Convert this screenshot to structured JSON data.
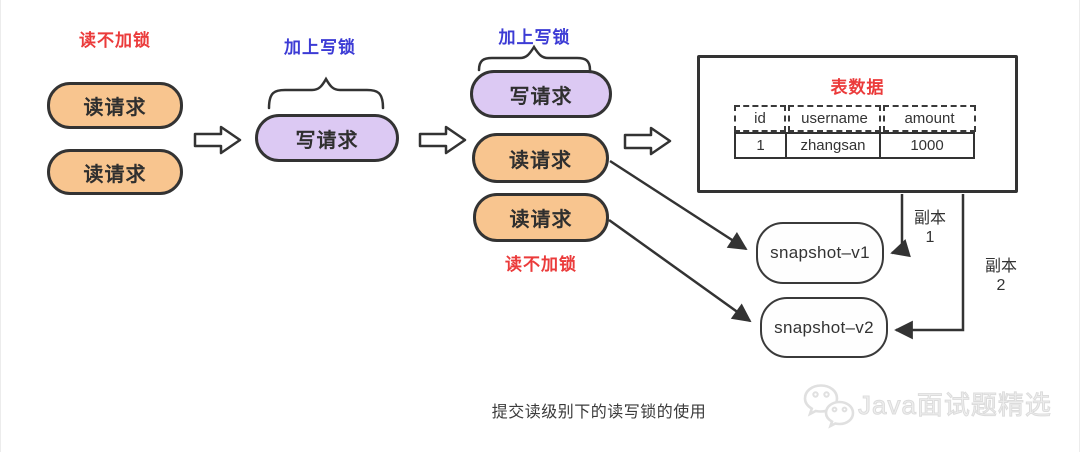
{
  "colors": {
    "orange_fill": "#F8C58F",
    "purple_fill": "#DCC9F3",
    "box_border": "#333333",
    "red_text": "#EB3B3B",
    "blue_text": "#3C3BD5",
    "watermark_gray": "#DCDCDC"
  },
  "icons": {
    "flow_arrow": "hollow-right-arrow",
    "brace": "over-brace",
    "watermark_icon": "wechat-bubbles"
  },
  "stage1": {
    "annotation": "读不加锁",
    "boxes": [
      {
        "label": "读请求"
      },
      {
        "label": "读请求"
      }
    ]
  },
  "stage2": {
    "annotation": "加上写锁",
    "box": {
      "label": "写请求"
    }
  },
  "stage3": {
    "annotation_top": "加上写锁",
    "annotation_bottom": "读不加锁",
    "write_box": {
      "label": "写请求"
    },
    "read_boxes": [
      {
        "label": "读请求"
      },
      {
        "label": "读请求"
      }
    ]
  },
  "table": {
    "title": "表数据",
    "headers": [
      "id",
      "username",
      "amount"
    ],
    "rows": [
      [
        "1",
        "zhangsan",
        "1000"
      ]
    ]
  },
  "snapshots": [
    {
      "label": "snapshot–v1"
    },
    {
      "label": "snapshot–v2"
    }
  ],
  "copies": [
    {
      "line1": "副本",
      "line2": "1"
    },
    {
      "line1": "副本",
      "line2": "2"
    }
  ],
  "caption": "提交读级别下的读写锁的使用",
  "watermark": {
    "text": "Java面试题精选"
  }
}
